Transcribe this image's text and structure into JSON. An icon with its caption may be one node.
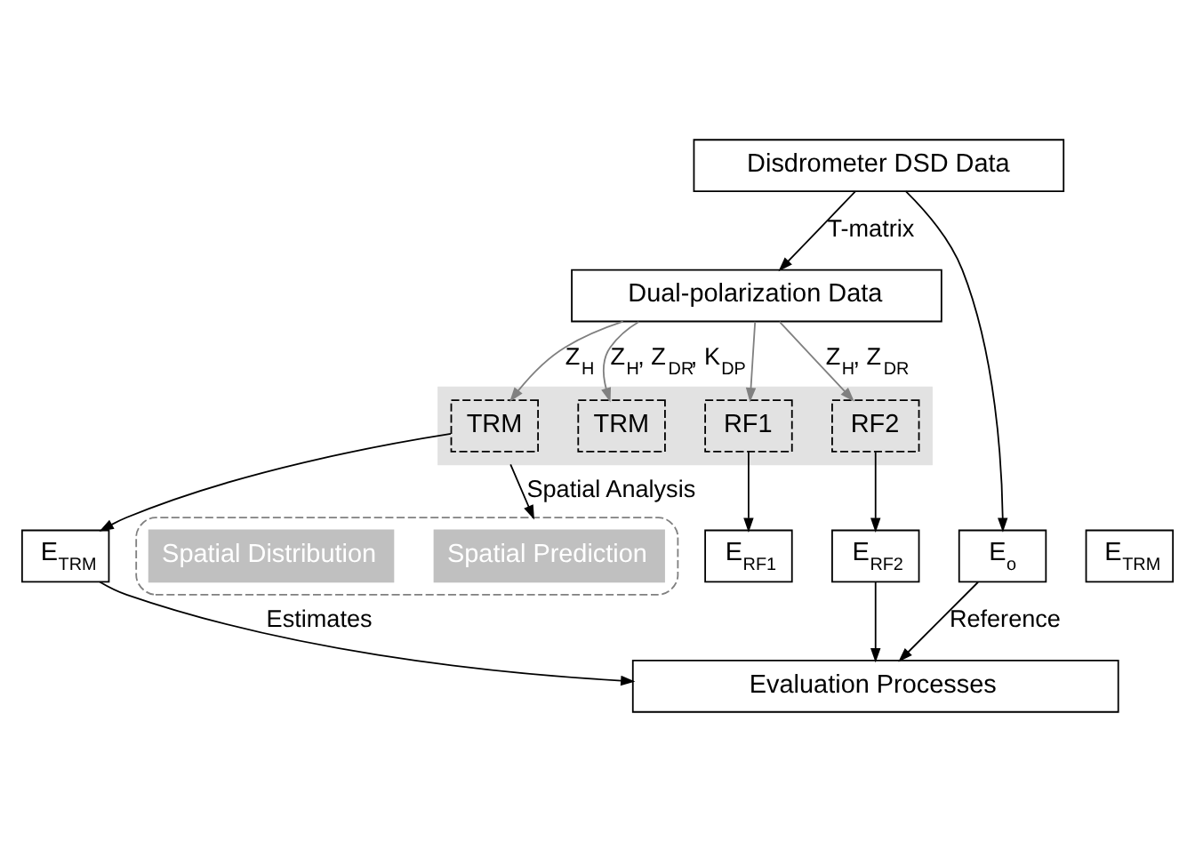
{
  "diagram": {
    "nodes": [
      {
        "text": [
          "Disdrometer DSD Data"
        ]
      },
      {
        "text": [
          "Dual-polarization Data"
        ]
      },
      {
        "text": [],
        "shape": "band"
      },
      {
        "text": [
          "TRM"
        ],
        "in": 2
      },
      {
        "text": [
          "TRM"
        ],
        "in": 2
      },
      {
        "text": [
          "RF1"
        ],
        "in": 2
      },
      {
        "text": [
          "RF2"
        ],
        "in": 2
      },
      {
        "text": [
          "E$_{TRM}$"
        ]
      },
      {
        "text": [
          "E$_{TRM}$"
        ]
      },
      {
        "text": [
          "E$_{RF1}$"
        ]
      },
      {
        "text": [
          "E$_{RF2}$"
        ]
      },
      {
        "text": [
          "E$_{o}$"
        ]
      },
      {
        "text": [
          "Evaluation Processes"
        ]
      },
      {
        "text": [],
        "shape": "box"
      },
      {
        "text": [
          "Spatial Prediction"
        ],
        "in": 13
      },
      {
        "text": [
          "Spatial Distribution"
        ],
        "in": 13
      }
    ],
    "edges": [
      {
        "from": 0,
        "to": 1,
        "arrow": "to",
        "label": "T-matrix"
      },
      {
        "from": 1,
        "to": 3,
        "arrow": "to",
        "label": "Z$_{H}$",
        "color": "#808080"
      },
      {
        "from": 1,
        "to": 4,
        "arrow": "to",
        "label": "Z$_{H}$, Z$_{DR}$, K$_{DP}$",
        "color": "#808080"
      },
      {
        "from": 1,
        "to": 5,
        "arrow": "to",
        "color": "#808080"
      },
      {
        "from": 1,
        "to": 6,
        "arrow": "to",
        "label": "Z$_{H}$, Z$_{DR}$",
        "color": "#808080"
      },
      {
        "from": 3,
        "to": 7,
        "arrow": "to"
      },
      {
        "from": 5,
        "to": 9,
        "arrow": "to"
      },
      {
        "from": 6,
        "to": 10,
        "arrow": "to"
      },
      {
        "from": 7,
        "to": 12,
        "arrow": "to",
        "label": "Estimates"
      },
      {
        "from": 10,
        "to": 12,
        "arrow": "to"
      },
      {
        "from": 0,
        "to": 11,
        "arrow": "to"
      },
      {
        "from": 11,
        "to": 12,
        "arrow": "to",
        "label": "Reference"
      },
      {
        "from": 2,
        "to": 13,
        "arrow": "to",
        "label": "Spatial Analysis"
      }
    ]
  }
}
